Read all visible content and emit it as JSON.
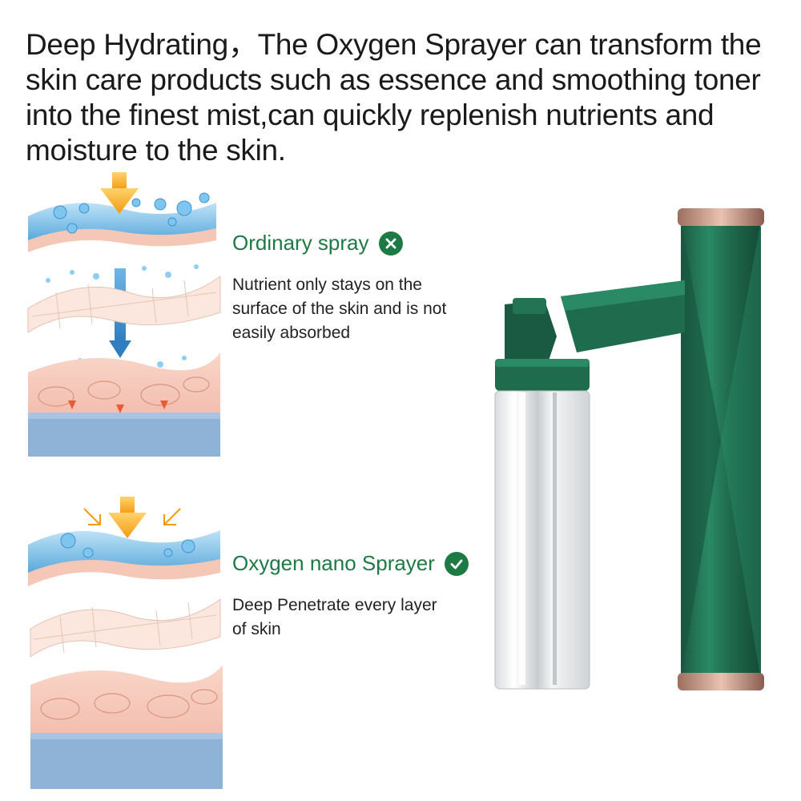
{
  "headline": "Deep Hydrating，The Oxygen Sprayer can transform the skin care products such as essence and smoothing toner into the finest mist,can quickly replenish nutrients and moisture to the skin.",
  "ordinary": {
    "title": "Ordinary spray",
    "status_icon": "cross-icon",
    "description": "Nutrient only stays on the surface of the skin and is not easily absorbed"
  },
  "nano": {
    "title": "Oxygen nano Sprayer",
    "status_icon": "check-icon",
    "description": "Deep Penetrate every layer of skin"
  },
  "colors": {
    "brand_green": "#1e7a45",
    "device_green": "#1f6b4e",
    "arrow_orange": "#f5a623",
    "accent_gold": "#c99a86"
  }
}
